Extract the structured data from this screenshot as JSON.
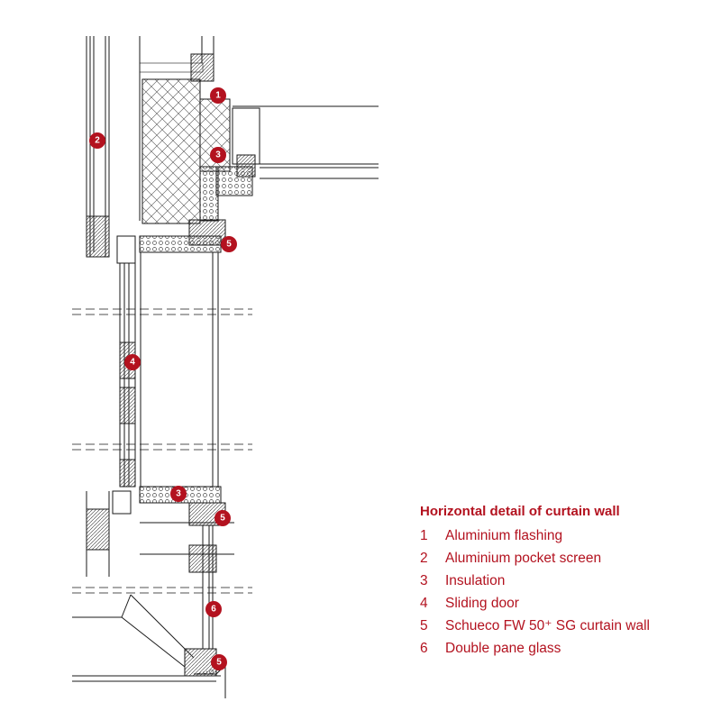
{
  "legend": {
    "title": "Horizontal detail of curtain wall",
    "items": [
      {
        "num": "1",
        "label": "Aluminium flashing"
      },
      {
        "num": "2",
        "label": "Aluminium pocket screen"
      },
      {
        "num": "3",
        "label": "Insulation"
      },
      {
        "num": "4",
        "label": "Sliding door"
      },
      {
        "num": "5",
        "label": "Schueco FW 50⁺ SG curtain wall"
      },
      {
        "num": "6",
        "label": "Double pane glass"
      }
    ]
  },
  "markers": [
    "1",
    "2",
    "3",
    "3",
    "4",
    "5",
    "5",
    "5",
    "6"
  ],
  "accent_color": "#b3121f"
}
